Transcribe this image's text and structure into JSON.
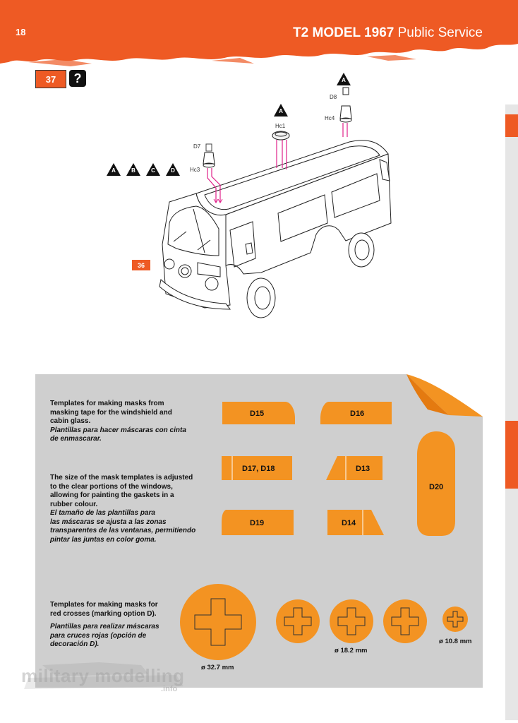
{
  "header": {
    "page_number": "18",
    "title_bold": "T2 MODEL 1967",
    "title_regular": "Public Service"
  },
  "step": {
    "number": "37",
    "help_symbol": "?",
    "previous_step": "36"
  },
  "markings": {
    "roof_light_center": "A",
    "roof_light_rear": "A",
    "front_options": [
      "A",
      "B",
      "C",
      "D"
    ]
  },
  "parts": {
    "d8": "D8",
    "hc4": "Hc4",
    "hc1": "Hc1",
    "d7": "D7",
    "hc3": "Hc3"
  },
  "templates": {
    "windows_en": [
      "Templates for making masks from",
      "masking tape for the windshield and",
      "cabin glass."
    ],
    "windows_es": [
      "Plantillas para hacer máscaras con cinta",
      "de enmascarar."
    ],
    "size_en": [
      "The size of the mask templates is adjusted",
      "to the clear portions of the windows,",
      "allowing for painting the gaskets in a",
      "rubber colour."
    ],
    "size_es": [
      "El tamaño de las plantillas para",
      "las máscaras se ajusta a las zonas",
      "transparentes de las ventanas, permitiendo",
      "pintar las juntas en color goma."
    ],
    "cross_en": [
      "Templates for making masks for",
      "red crosses (marking option D)."
    ],
    "cross_es": [
      "Plantillas para realizar máscaras",
      "para cruces rojas (opción de",
      "decoración D)."
    ],
    "masks": {
      "d15": "D15",
      "d16": "D16",
      "d17_d18": "D17, D18",
      "d13": "D13",
      "d19": "D19",
      "d14": "D14",
      "d20": "D20"
    },
    "diameters": {
      "large": "ø 32.7 mm",
      "medium": "ø 18.2 mm",
      "small": "ø 10.8 mm"
    }
  },
  "watermark": {
    "text": "military modelling",
    "suffix": ".info"
  },
  "colors": {
    "accent_orange": "#ee5a24",
    "mask_orange": "#f39322",
    "panel_grey": "#cfcfcf",
    "leader_magenta": "#e0218a"
  }
}
